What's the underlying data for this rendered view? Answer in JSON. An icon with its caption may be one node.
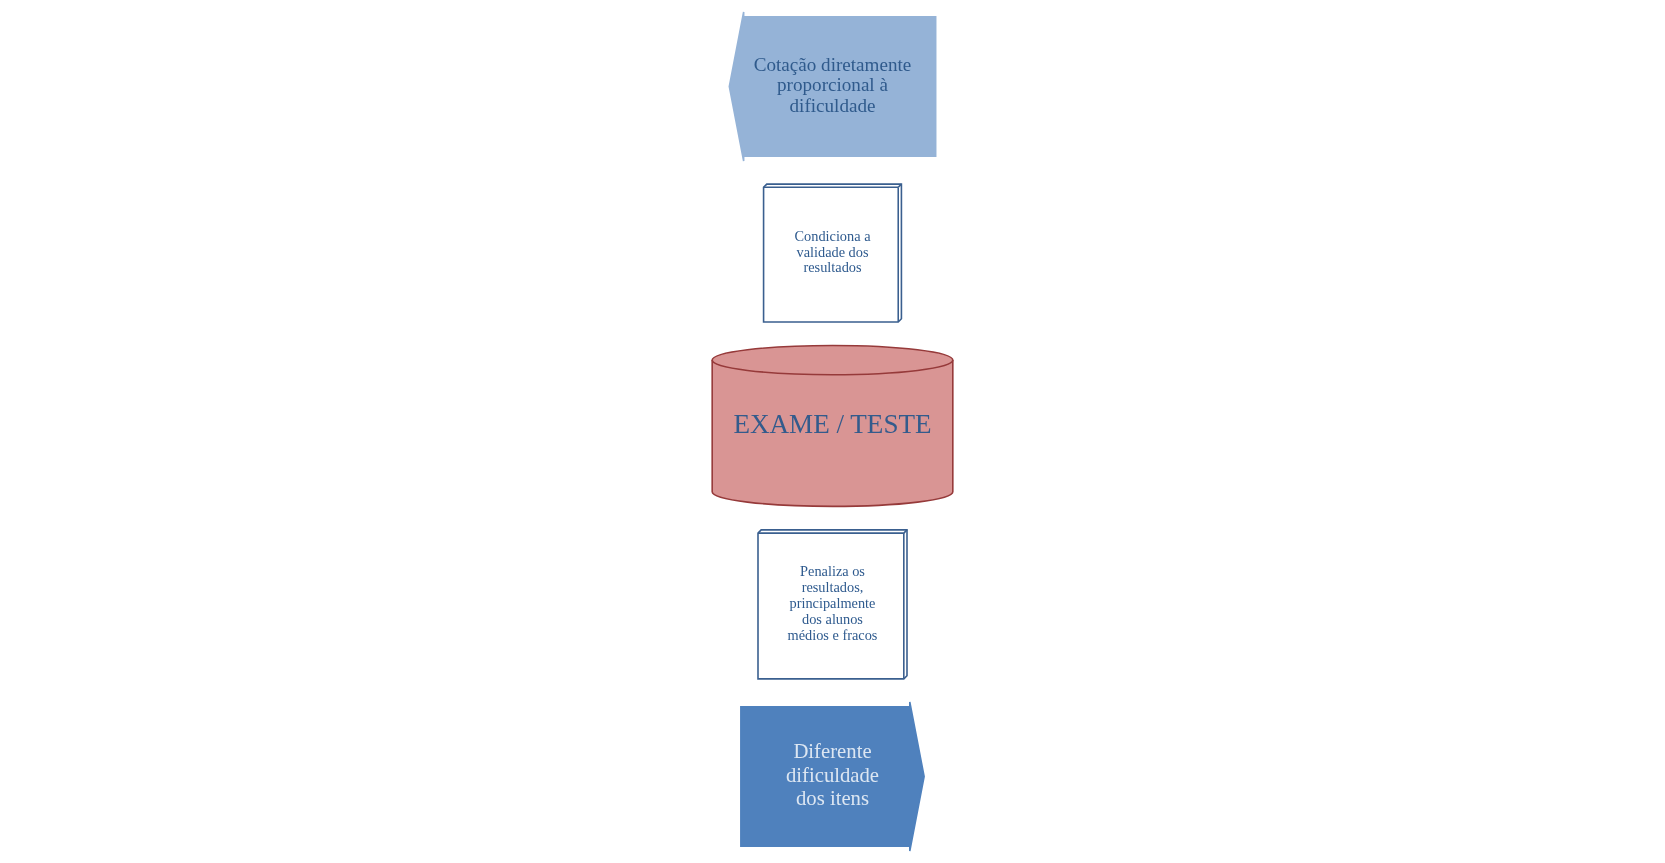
{
  "diagram": {
    "nodes": [
      {
        "text": [
          "Diferente dificuldade dos itens"
        ]
      },
      {
        "text": [
          "Penaliza os resultados, principalmente dos alunos médios e fracos"
        ]
      },
      {
        "text": [
          "EXAME / TESTE"
        ]
      },
      {
        "text": [
          "Condiciona a validade dos resultados"
        ]
      },
      {
        "text": [
          "Cotação diretamente proporcional à dificuldade"
        ]
      }
    ],
    "edges": []
  }
}
